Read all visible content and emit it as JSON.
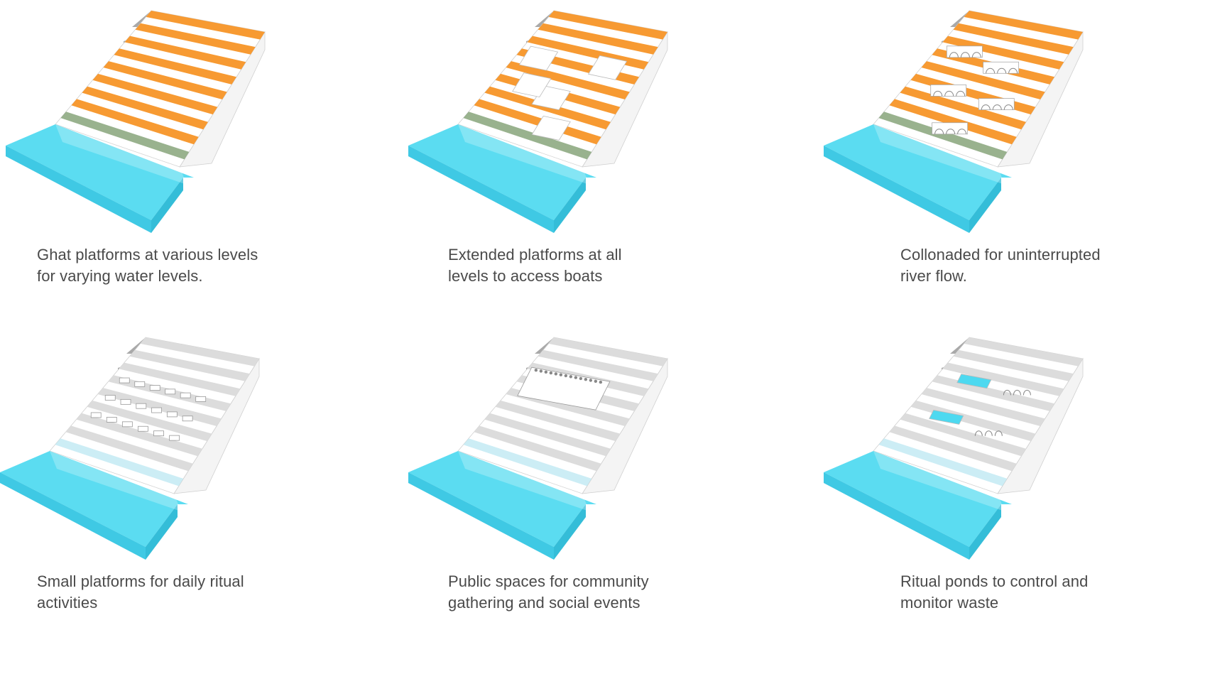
{
  "colors": {
    "water": "#4dd9f0",
    "water_side": "#3fc9e4",
    "orange": "#f79a32",
    "step_gray": "#dcdcdc",
    "white": "#ffffff",
    "bank": "#9a9a9a",
    "shallow_green": "#7f9f72",
    "text": "#4a4a4a"
  },
  "panels": [
    {
      "id": "ghat-platforms",
      "variant": "orange",
      "extra": "none",
      "caption": "Ghat platforms at various levels\nfor varying water levels."
    },
    {
      "id": "extended-platforms",
      "variant": "orange",
      "extra": "platforms",
      "caption": "Extended platforms at all\nlevels to access boats"
    },
    {
      "id": "collonaded",
      "variant": "orange",
      "extra": "colonnades",
      "caption": "Collonaded for uninterrupted\nriver flow."
    },
    {
      "id": "small-platforms",
      "variant": "gray",
      "extra": "small-blocks",
      "caption": "Small platforms for daily ritual\nactivities"
    },
    {
      "id": "public-spaces",
      "variant": "gray",
      "extra": "amphitheatre",
      "caption": "Public spaces for community\ngathering and social events"
    },
    {
      "id": "ritual-ponds",
      "variant": "gray",
      "extra": "ponds",
      "caption": "Ritual ponds to control and\nmonitor waste"
    }
  ]
}
